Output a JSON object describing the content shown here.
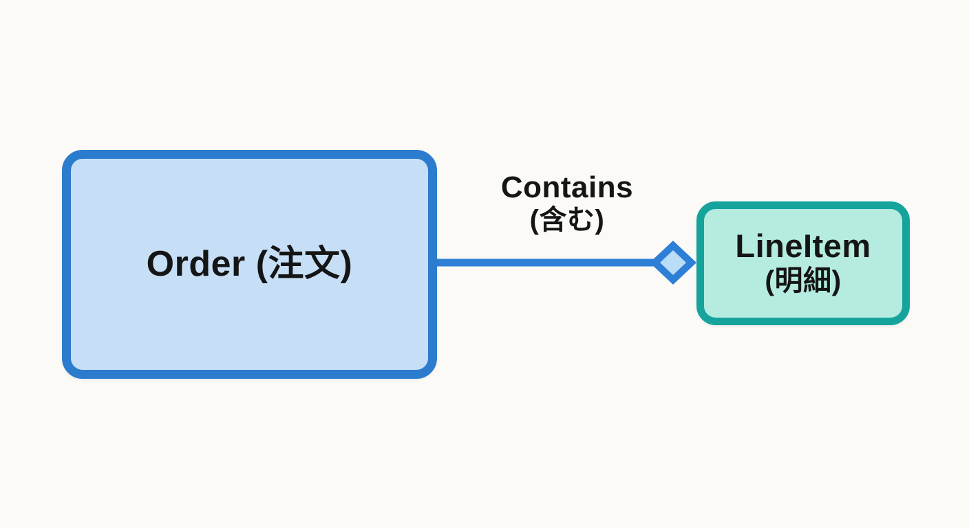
{
  "diagram": {
    "type": "uml-aggregation-diagram",
    "background_color": "#fbfaf7",
    "text_color": "#151515",
    "nodes": {
      "order": {
        "label": "Order (注文)",
        "fill_color": "#c6dff7",
        "border_color": "#2b7ccd"
      },
      "lineitem": {
        "label": "LineItem",
        "sublabel": "(明細)",
        "fill_color": "#b5ecdf",
        "border_color": "#16a39c"
      }
    },
    "edge": {
      "from": "order",
      "to": "lineitem",
      "label": "Contains",
      "sublabel": "(含む)",
      "line_color": "#2e7fd6",
      "diamond_outer_color": "#2e7fd6",
      "diamond_inner_color": "#b9dcf7"
    }
  }
}
